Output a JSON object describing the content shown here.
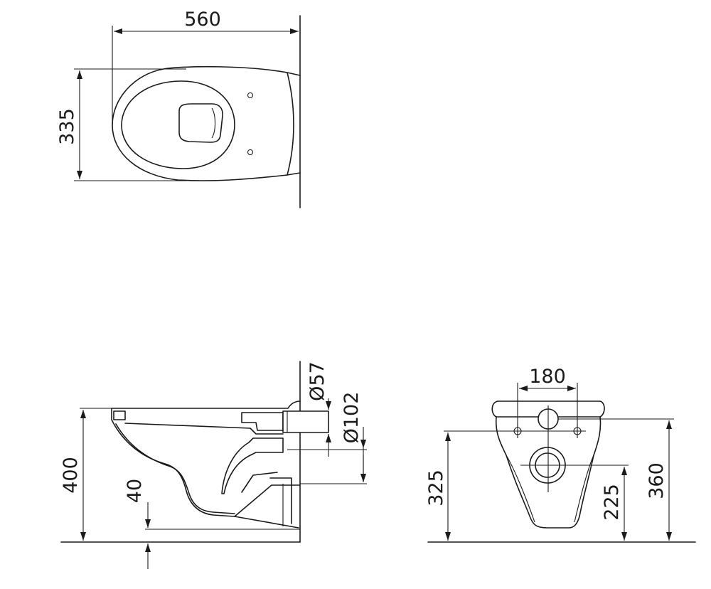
{
  "dimensions": {
    "top_width": "560",
    "top_depth": "335",
    "side_height": "400",
    "side_floor_gap": "40",
    "inlet_diameter": "Ø57",
    "outlet_diameter": "Ø102",
    "bolt_spacing": "180",
    "bolt_height": "325",
    "outlet_height": "225",
    "inlet_height": "360"
  },
  "colors": {
    "line": "#1a1a1a",
    "background": "#ffffff"
  }
}
